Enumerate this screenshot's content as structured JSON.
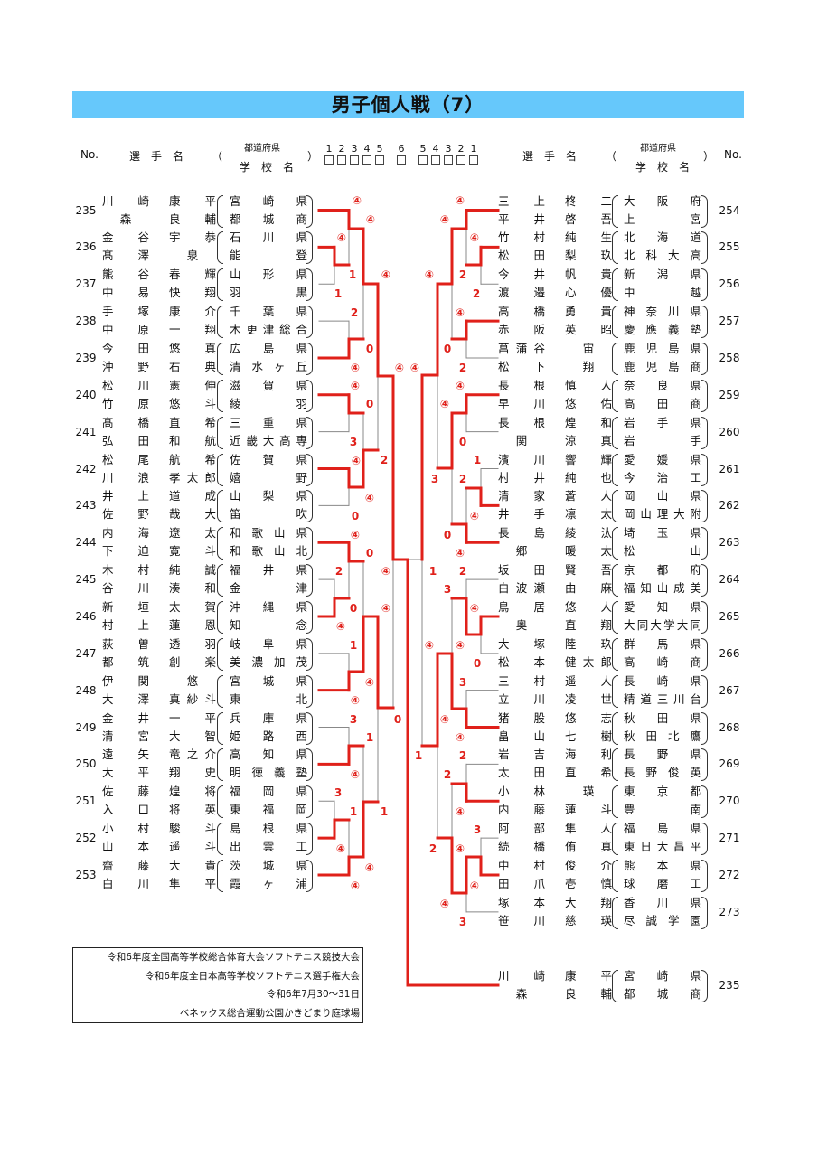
{
  "title": "男子個人戦（7）",
  "header": {
    "no": "No.",
    "player": "選　手　名",
    "prefecture": "都道府県",
    "school": "学　校　名",
    "open_paren": "（",
    "close_paren": "）",
    "rounds_left": [
      "1",
      "2",
      "3",
      "4",
      "5",
      "6"
    ],
    "rounds_right": [
      "5",
      "4",
      "3",
      "2",
      "1"
    ]
  },
  "left_entries": [
    {
      "no": "235",
      "p1": [
        "川崎",
        "康平"
      ],
      "p2": [
        "森",
        "良輔"
      ],
      "pref": "宮崎県",
      "school": "都城商"
    },
    {
      "no": "236",
      "p1": [
        "金谷",
        "宇恭"
      ],
      "p2": [
        "髙澤",
        "泉"
      ],
      "pref": "石川県",
      "school": "能登"
    },
    {
      "no": "237",
      "p1": [
        "熊谷",
        "春輝"
      ],
      "p2": [
        "中易",
        "快翔"
      ],
      "pref": "山形県",
      "school": "羽黒"
    },
    {
      "no": "238",
      "p1": [
        "手塚",
        "康介"
      ],
      "p2": [
        "中原",
        "一翔"
      ],
      "pref": "千葉県",
      "school": "木更津総合"
    },
    {
      "no": "239",
      "p1": [
        "今田",
        "悠真"
      ],
      "p2": [
        "沖野",
        "右典"
      ],
      "pref": "広島県",
      "school": "清水ヶ丘"
    },
    {
      "no": "240",
      "p1": [
        "松川",
        "憲伸"
      ],
      "p2": [
        "竹原",
        "悠斗"
      ],
      "pref": "滋賀県",
      "school": "綾羽"
    },
    {
      "no": "241",
      "p1": [
        "髙橋",
        "直希"
      ],
      "p2": [
        "弘田",
        "和航"
      ],
      "pref": "三重県",
      "school": "近畿大高専"
    },
    {
      "no": "242",
      "p1": [
        "松尾",
        "航希"
      ],
      "p2": [
        "川浪",
        "孝太郎"
      ],
      "pref": "佐賀県",
      "school": "嬉野"
    },
    {
      "no": "243",
      "p1": [
        "井上",
        "道成"
      ],
      "p2": [
        "佐野",
        "哉大"
      ],
      "pref": "山梨県",
      "school": "笛吹"
    },
    {
      "no": "244",
      "p1": [
        "内海",
        "遼太"
      ],
      "p2": [
        "下迫",
        "寛斗"
      ],
      "pref": "和歌山県",
      "school": "和歌山北"
    },
    {
      "no": "245",
      "p1": [
        "木村",
        "純誠"
      ],
      "p2": [
        "谷川",
        "湊和"
      ],
      "pref": "福井県",
      "school": "金津"
    },
    {
      "no": "246",
      "p1": [
        "新垣",
        "太賀"
      ],
      "p2": [
        "村上",
        "蓮恩"
      ],
      "pref": "沖縄県",
      "school": "知念"
    },
    {
      "no": "247",
      "p1": [
        "荻曽",
        "透羽"
      ],
      "p2": [
        "都筑",
        "創楽"
      ],
      "pref": "岐阜県",
      "school": "美濃加茂"
    },
    {
      "no": "248",
      "p1": [
        "伊関",
        "悠"
      ],
      "p2": [
        "大澤",
        "真紗斗"
      ],
      "pref": "宮城県",
      "school": "東北"
    },
    {
      "no": "249",
      "p1": [
        "金井",
        "一平"
      ],
      "p2": [
        "清宮",
        "大智"
      ],
      "pref": "兵庫県",
      "school": "姫路西"
    },
    {
      "no": "250",
      "p1": [
        "遠矢",
        "竜之介"
      ],
      "p2": [
        "大平",
        "翔史"
      ],
      "pref": "高知県",
      "school": "明徳義塾"
    },
    {
      "no": "251",
      "p1": [
        "佐藤",
        "煌将"
      ],
      "p2": [
        "入口",
        "将英"
      ],
      "pref": "福岡県",
      "school": "東福岡"
    },
    {
      "no": "252",
      "p1": [
        "小村",
        "駿斗"
      ],
      "p2": [
        "山本",
        "遥斗"
      ],
      "pref": "島根県",
      "school": "出雲工"
    },
    {
      "no": "253",
      "p1": [
        "齋藤",
        "大貴"
      ],
      "p2": [
        "白川",
        "隼平"
      ],
      "pref": "茨城県",
      "school": "霞ヶ浦"
    }
  ],
  "right_entries": [
    {
      "no": "254",
      "p1": [
        "三上",
        "柊二"
      ],
      "p2": [
        "平井",
        "啓吾"
      ],
      "pref": "大阪府",
      "school": "上宮"
    },
    {
      "no": "255",
      "p1": [
        "竹村",
        "純生"
      ],
      "p2": [
        "松田",
        "梨玖"
      ],
      "pref": "北海道",
      "school": "北科大高"
    },
    {
      "no": "256",
      "p1": [
        "今井",
        "帆貴"
      ],
      "p2": [
        "渡邉",
        "心優"
      ],
      "pref": "新潟県",
      "school": "中越"
    },
    {
      "no": "257",
      "p1": [
        "高橋",
        "勇貴"
      ],
      "p2": [
        "赤阪",
        "英昭"
      ],
      "pref": "神奈川県",
      "school": "慶應義塾"
    },
    {
      "no": "258",
      "p1": [
        "菖蒲谷",
        "宙"
      ],
      "p2": [
        "松下",
        "翔"
      ],
      "pref": "鹿児島県",
      "school": "鹿児島商"
    },
    {
      "no": "259",
      "p1": [
        "長根",
        "慎人"
      ],
      "p2": [
        "早川",
        "悠佑"
      ],
      "pref": "奈良県",
      "school": "高田商"
    },
    {
      "no": "260",
      "p1": [
        "長根",
        "煌和"
      ],
      "p2": [
        "関",
        "涼真"
      ],
      "pref": "岩手県",
      "school": "岩手"
    },
    {
      "no": "261",
      "p1": [
        "濱川",
        "響輝"
      ],
      "p2": [
        "村井",
        "純也"
      ],
      "pref": "愛媛県",
      "school": "今治工"
    },
    {
      "no": "262",
      "p1": [
        "清家",
        "蒼人"
      ],
      "p2": [
        "井手",
        "凛太"
      ],
      "pref": "岡山県",
      "school": "岡山理大附"
    },
    {
      "no": "263",
      "p1": [
        "長島",
        "綾汰"
      ],
      "p2": [
        "郷",
        "暖太"
      ],
      "pref": "埼玉県",
      "school": "松山"
    },
    {
      "no": "264",
      "p1": [
        "坂田",
        "賢吾"
      ],
      "p2": [
        "白波瀬",
        "由麻"
      ],
      "pref": "京都府",
      "school": "福知山成美"
    },
    {
      "no": "265",
      "p1": [
        "鳥居",
        "悠人"
      ],
      "p2": [
        "奥",
        "直翔"
      ],
      "pref": "愛知県",
      "school": "大同大学大同"
    },
    {
      "no": "266",
      "p1": [
        "大塚",
        "陸玖"
      ],
      "p2": [
        "松本",
        "健太郎"
      ],
      "pref": "群馬県",
      "school": "高崎商"
    },
    {
      "no": "267",
      "p1": [
        "三村",
        "遥人"
      ],
      "p2": [
        "立川",
        "凌世"
      ],
      "pref": "長崎県",
      "school": "精道三川台"
    },
    {
      "no": "268",
      "p1": [
        "猪股",
        "悠志"
      ],
      "p2": [
        "畠山",
        "七樹"
      ],
      "pref": "秋田県",
      "school": "秋田北鷹"
    },
    {
      "no": "269",
      "p1": [
        "岩吉",
        "海利"
      ],
      "p2": [
        "太田",
        "直希"
      ],
      "pref": "長野県",
      "school": "長野俊英"
    },
    {
      "no": "270",
      "p1": [
        "小林",
        "瑛"
      ],
      "p2": [
        "内藤",
        "蓮斗"
      ],
      "pref": "東京都",
      "school": "豊南"
    },
    {
      "no": "271",
      "p1": [
        "阿部",
        "隼人"
      ],
      "p2": [
        "続橋",
        "侑真"
      ],
      "pref": "福島県",
      "school": "東日大昌平"
    },
    {
      "no": "272",
      "p1": [
        "中村",
        "俊介"
      ],
      "p2": [
        "田爪",
        "壱慎"
      ],
      "pref": "熊本県",
      "school": "球磨工"
    },
    {
      "no": "273",
      "p1": [
        "塚本",
        "大翔"
      ],
      "p2": [
        "笹川",
        "慈瑛"
      ],
      "pref": "香川県",
      "school": "尽誠学園"
    }
  ],
  "champion": {
    "no": "235",
    "p1": [
      "川崎",
      "康平"
    ],
    "p2": [
      "森",
      "良輔"
    ],
    "pref": "宮崎県",
    "school": "都城商"
  },
  "bracket": {
    "colors": {
      "win": "#e0201a",
      "lose": "#888888"
    },
    "left_scores": [
      "④",
      "④",
      "④",
      "1",
      "④",
      "1",
      "2",
      "0",
      "④",
      "④",
      "④",
      "④",
      "0",
      "3",
      "④",
      "2",
      "④",
      "0",
      "④",
      "0",
      "2",
      "④",
      "0",
      "④",
      "④",
      "1",
      "④",
      "④",
      "3",
      "0",
      "1",
      "④",
      "3",
      "1",
      "1",
      "④",
      "④",
      "④"
    ],
    "right_scores": [
      "④",
      "④",
      "④",
      "④",
      "2",
      "2",
      "④",
      "0",
      "2",
      "④",
      "④",
      "0",
      "1",
      "3",
      "2",
      "④",
      "0",
      "④",
      "1",
      "2",
      "3",
      "④",
      "④",
      "④",
      "0",
      "3",
      "④",
      "④",
      "1",
      "2",
      "2",
      "④",
      "3",
      "2",
      "④",
      "④",
      "④",
      "3"
    ]
  },
  "footer": [
    "令和6年度全国高等学校総合体育大会ソフトテニス競技大会",
    "令和6年度全日本高等学校ソフトテニス選手権大会",
    "令和6年7月30～31日",
    "ベネックス総合運動公園かきどまり庭球場"
  ]
}
